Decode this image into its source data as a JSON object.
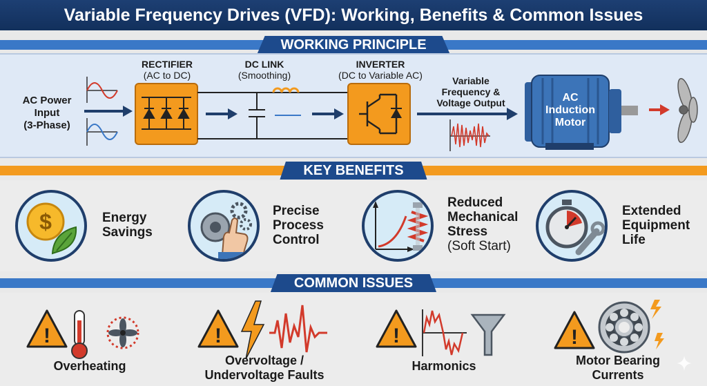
{
  "title": "Variable Frequency Drives (VFD): Working, Benefits & Common Issues",
  "sections": {
    "principle": "WORKING PRINCIPLE",
    "benefits": "KEY BENEFITS",
    "issues": "COMMON ISSUES"
  },
  "principle": {
    "input": [
      "AC Power",
      "Input",
      "(3-Phase)"
    ],
    "rectifier": {
      "title": "RECTIFIER",
      "sub": "(AC to DC)"
    },
    "dclink": {
      "title": "DC LINK",
      "sub": "(Smoothing)"
    },
    "inverter": {
      "title": "INVERTER",
      "sub": "(DC to Variable AC)"
    },
    "output": [
      "Variable",
      "Frequency &",
      "Voltage Output"
    ],
    "motor": [
      "AC",
      "Induction",
      "Motor"
    ]
  },
  "benefits": [
    {
      "lines": [
        "Energy",
        "Savings"
      ],
      "icon": "dollar-coin-leaf-icon"
    },
    {
      "lines": [
        "Precise",
        "Process",
        "Control"
      ],
      "icon": "hand-dial-gears-icon"
    },
    {
      "lines": [
        "Reduced",
        "Mechanical",
        "Stress"
      ],
      "sub": "(Soft Start)",
      "icon": "spring-curve-icon"
    },
    {
      "lines": [
        "Extended",
        "Equipment",
        "Life"
      ],
      "icon": "stopwatch-wrench-icon"
    }
  ],
  "issues": [
    {
      "lines": [
        "Overheating"
      ],
      "icon": "thermometer-fan-icon"
    },
    {
      "lines": [
        "Overvoltage /",
        "Undervoltage Faults"
      ],
      "icon": "lightning-spike-icon"
    },
    {
      "lines": [
        "Harmonics"
      ],
      "icon": "distorted-wave-filter-icon"
    },
    {
      "lines": [
        "Motor Bearing",
        "Currents"
      ],
      "icon": "bearing-spark-icon"
    }
  ],
  "colors": {
    "navy": "#1d3f73",
    "orange": "#f39a1e",
    "blue_motor": "#3c74b8",
    "red": "#d23a2b"
  }
}
